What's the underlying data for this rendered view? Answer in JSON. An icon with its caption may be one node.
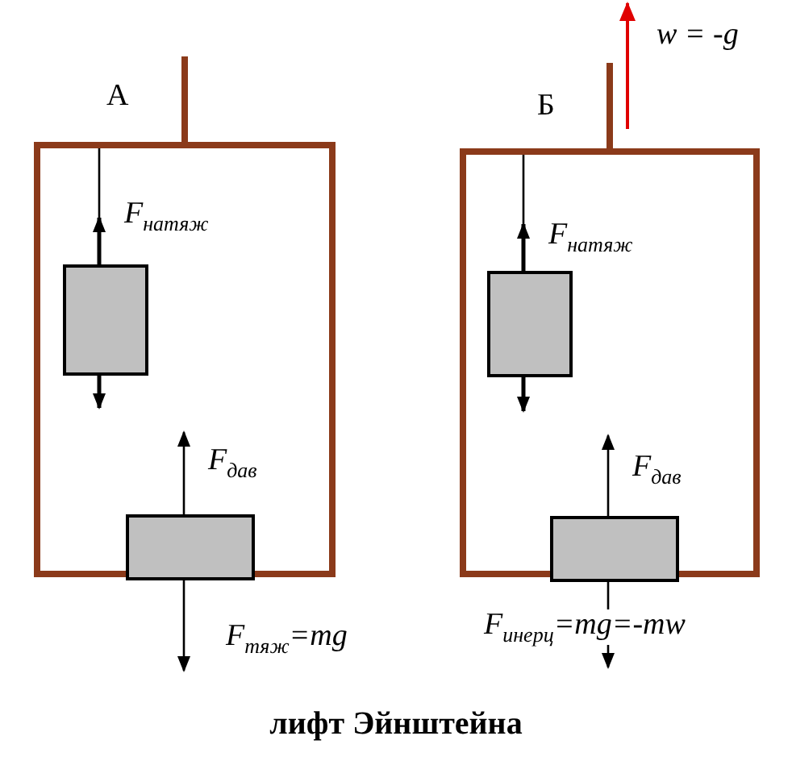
{
  "diagram": {
    "caption": "лифт Эйнштейна",
    "nodes": [
      {
        "text": [
          "А"
        ]
      },
      {
        "text": [],
        "shape": "box",
        "in": 0
      },
      {
        "text": [],
        "shape": "box",
        "in": 0
      },
      {
        "text": [
          "Б"
        ]
      },
      {
        "text": [],
        "shape": "box",
        "in": 3
      },
      {
        "text": [],
        "shape": "box",
        "in": 3
      }
    ],
    "edges": [
      {
        "from": 0,
        "to": 1,
        "arrow": "none"
      },
      {
        "from": 3,
        "to": 4,
        "arrow": "none"
      }
    ],
    "labels": [
      "w = -g",
      "F$_{натяж}$",
      "F$_{дав}$",
      "F$_{тяж}$=mg",
      "F$_{натяж}$",
      "F$_{дав}$",
      "F$_{инерц}$=mg=-mw"
    ]
  }
}
